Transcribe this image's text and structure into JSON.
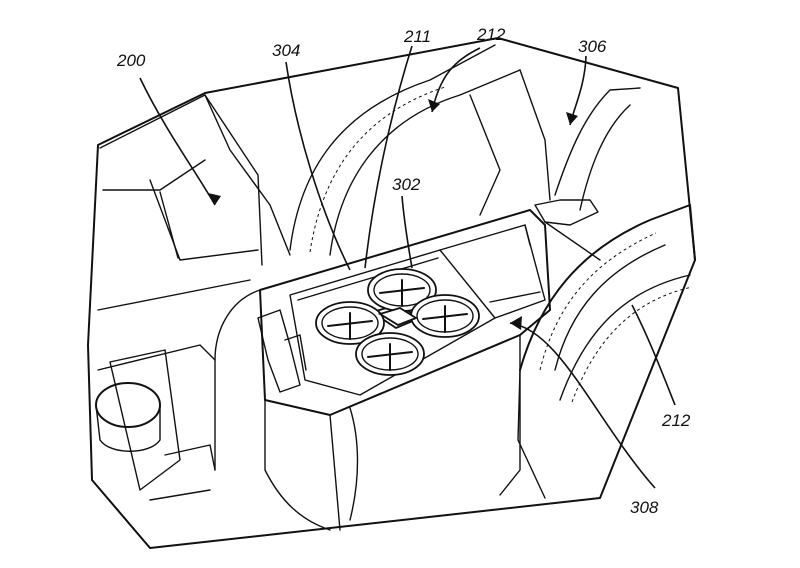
{
  "figure": {
    "labels": {
      "vehicle_interior": "200",
      "drone": "211",
      "seat_upper": "212",
      "seat_right": "212",
      "drone_propellers": "302",
      "armrest_compartment": "304",
      "seat_back_edge": "306",
      "compartment_cavity": "308"
    }
  },
  "colors": {
    "line": "#111111",
    "background": "#ffffff"
  }
}
